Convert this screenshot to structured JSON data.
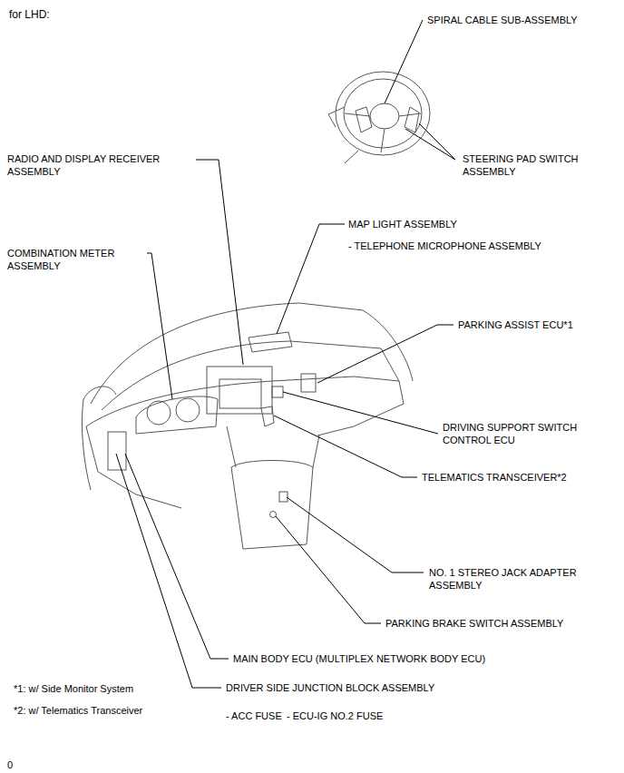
{
  "diagram": {
    "title": "for LHD:",
    "labels": [
      "SPIRAL CABLE SUB-ASSEMBLY",
      "STEERING PAD SWITCH ASSEMBLY",
      "RADIO AND DISPLAY RECEIVER ASSEMBLY",
      "MAP LIGHT ASSEMBLY",
      "- TELEPHONE MICROPHONE ASSEMBLY",
      "COMBINATION METER ASSEMBLY",
      "PARKING ASSIST ECU*1",
      "DRIVING SUPPORT SWITCH CONTROL ECU",
      "TELEMATICS TRANSCEIVER*2",
      "NO. 1 STEREO JACK ADAPTER ASSEMBLY",
      "PARKING BRAKE SWITCH ASSEMBLY",
      "MAIN BODY ECU (MULTIPLEX NETWORK BODY ECU)",
      "*1: w/ Side Monitor System",
      "DRIVER SIDE JUNCTION BLOCK ASSEMBLY",
      "*2: w/ Telematics Transceiver",
      "- ACC FUSE",
      "- ECU-IG NO.2 FUSE",
      "0"
    ]
  }
}
